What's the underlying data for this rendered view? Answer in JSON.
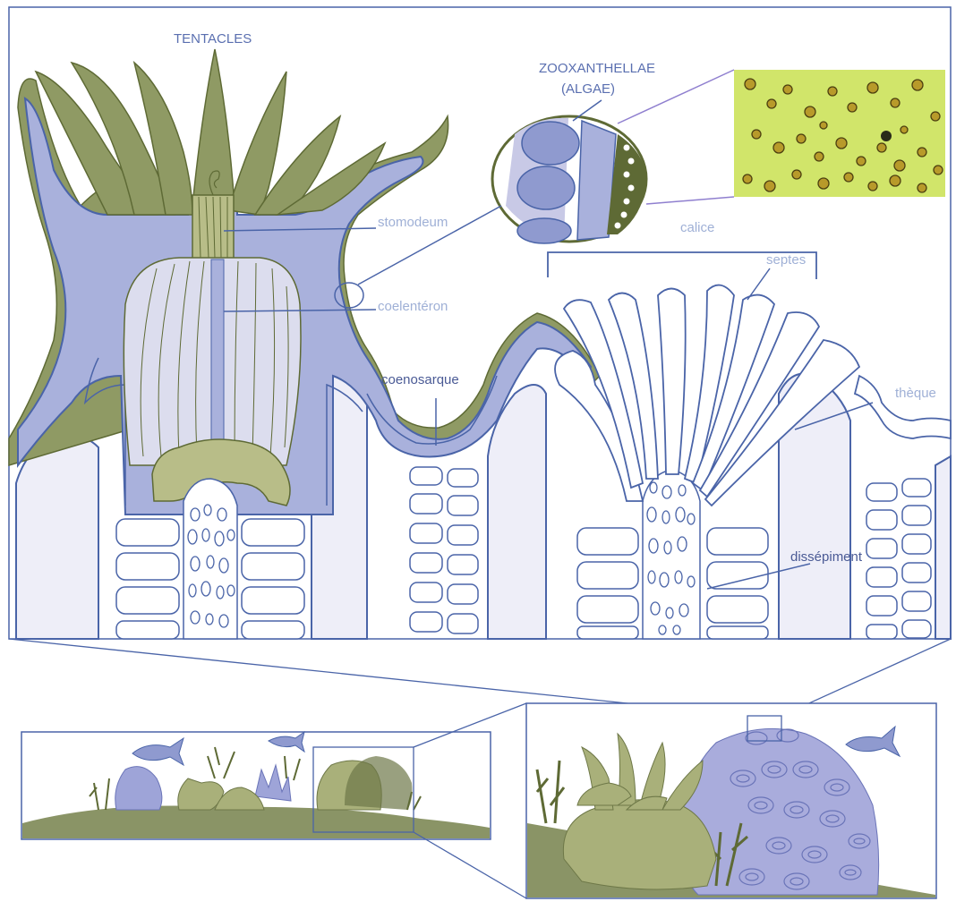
{
  "labels": {
    "tentacles": "TENTACLES",
    "zoox_line1": "ZOOXANTHELLAE",
    "zoox_line2": "(ALGAE)",
    "stomodeum": "stomodeum",
    "coelenteron": "coelentéron",
    "coenosarque": "coenosarque",
    "calice": "calice",
    "septes": "septes",
    "theque": "thèque",
    "dissepiment": "dissépiment"
  },
  "colors": {
    "outline": "#4a64a8",
    "polyp_blue": "#a9b1dc",
    "polyp_blue_dark": "#8f9acf",
    "tentacle_green": "#8f9a64",
    "tentacle_stroke": "#5e6a35",
    "skeleton_fill": "#eeeef8",
    "algae_bg": "#c8e05a",
    "ground_green": "#8a9466",
    "coral_light": "#a9b07a"
  }
}
